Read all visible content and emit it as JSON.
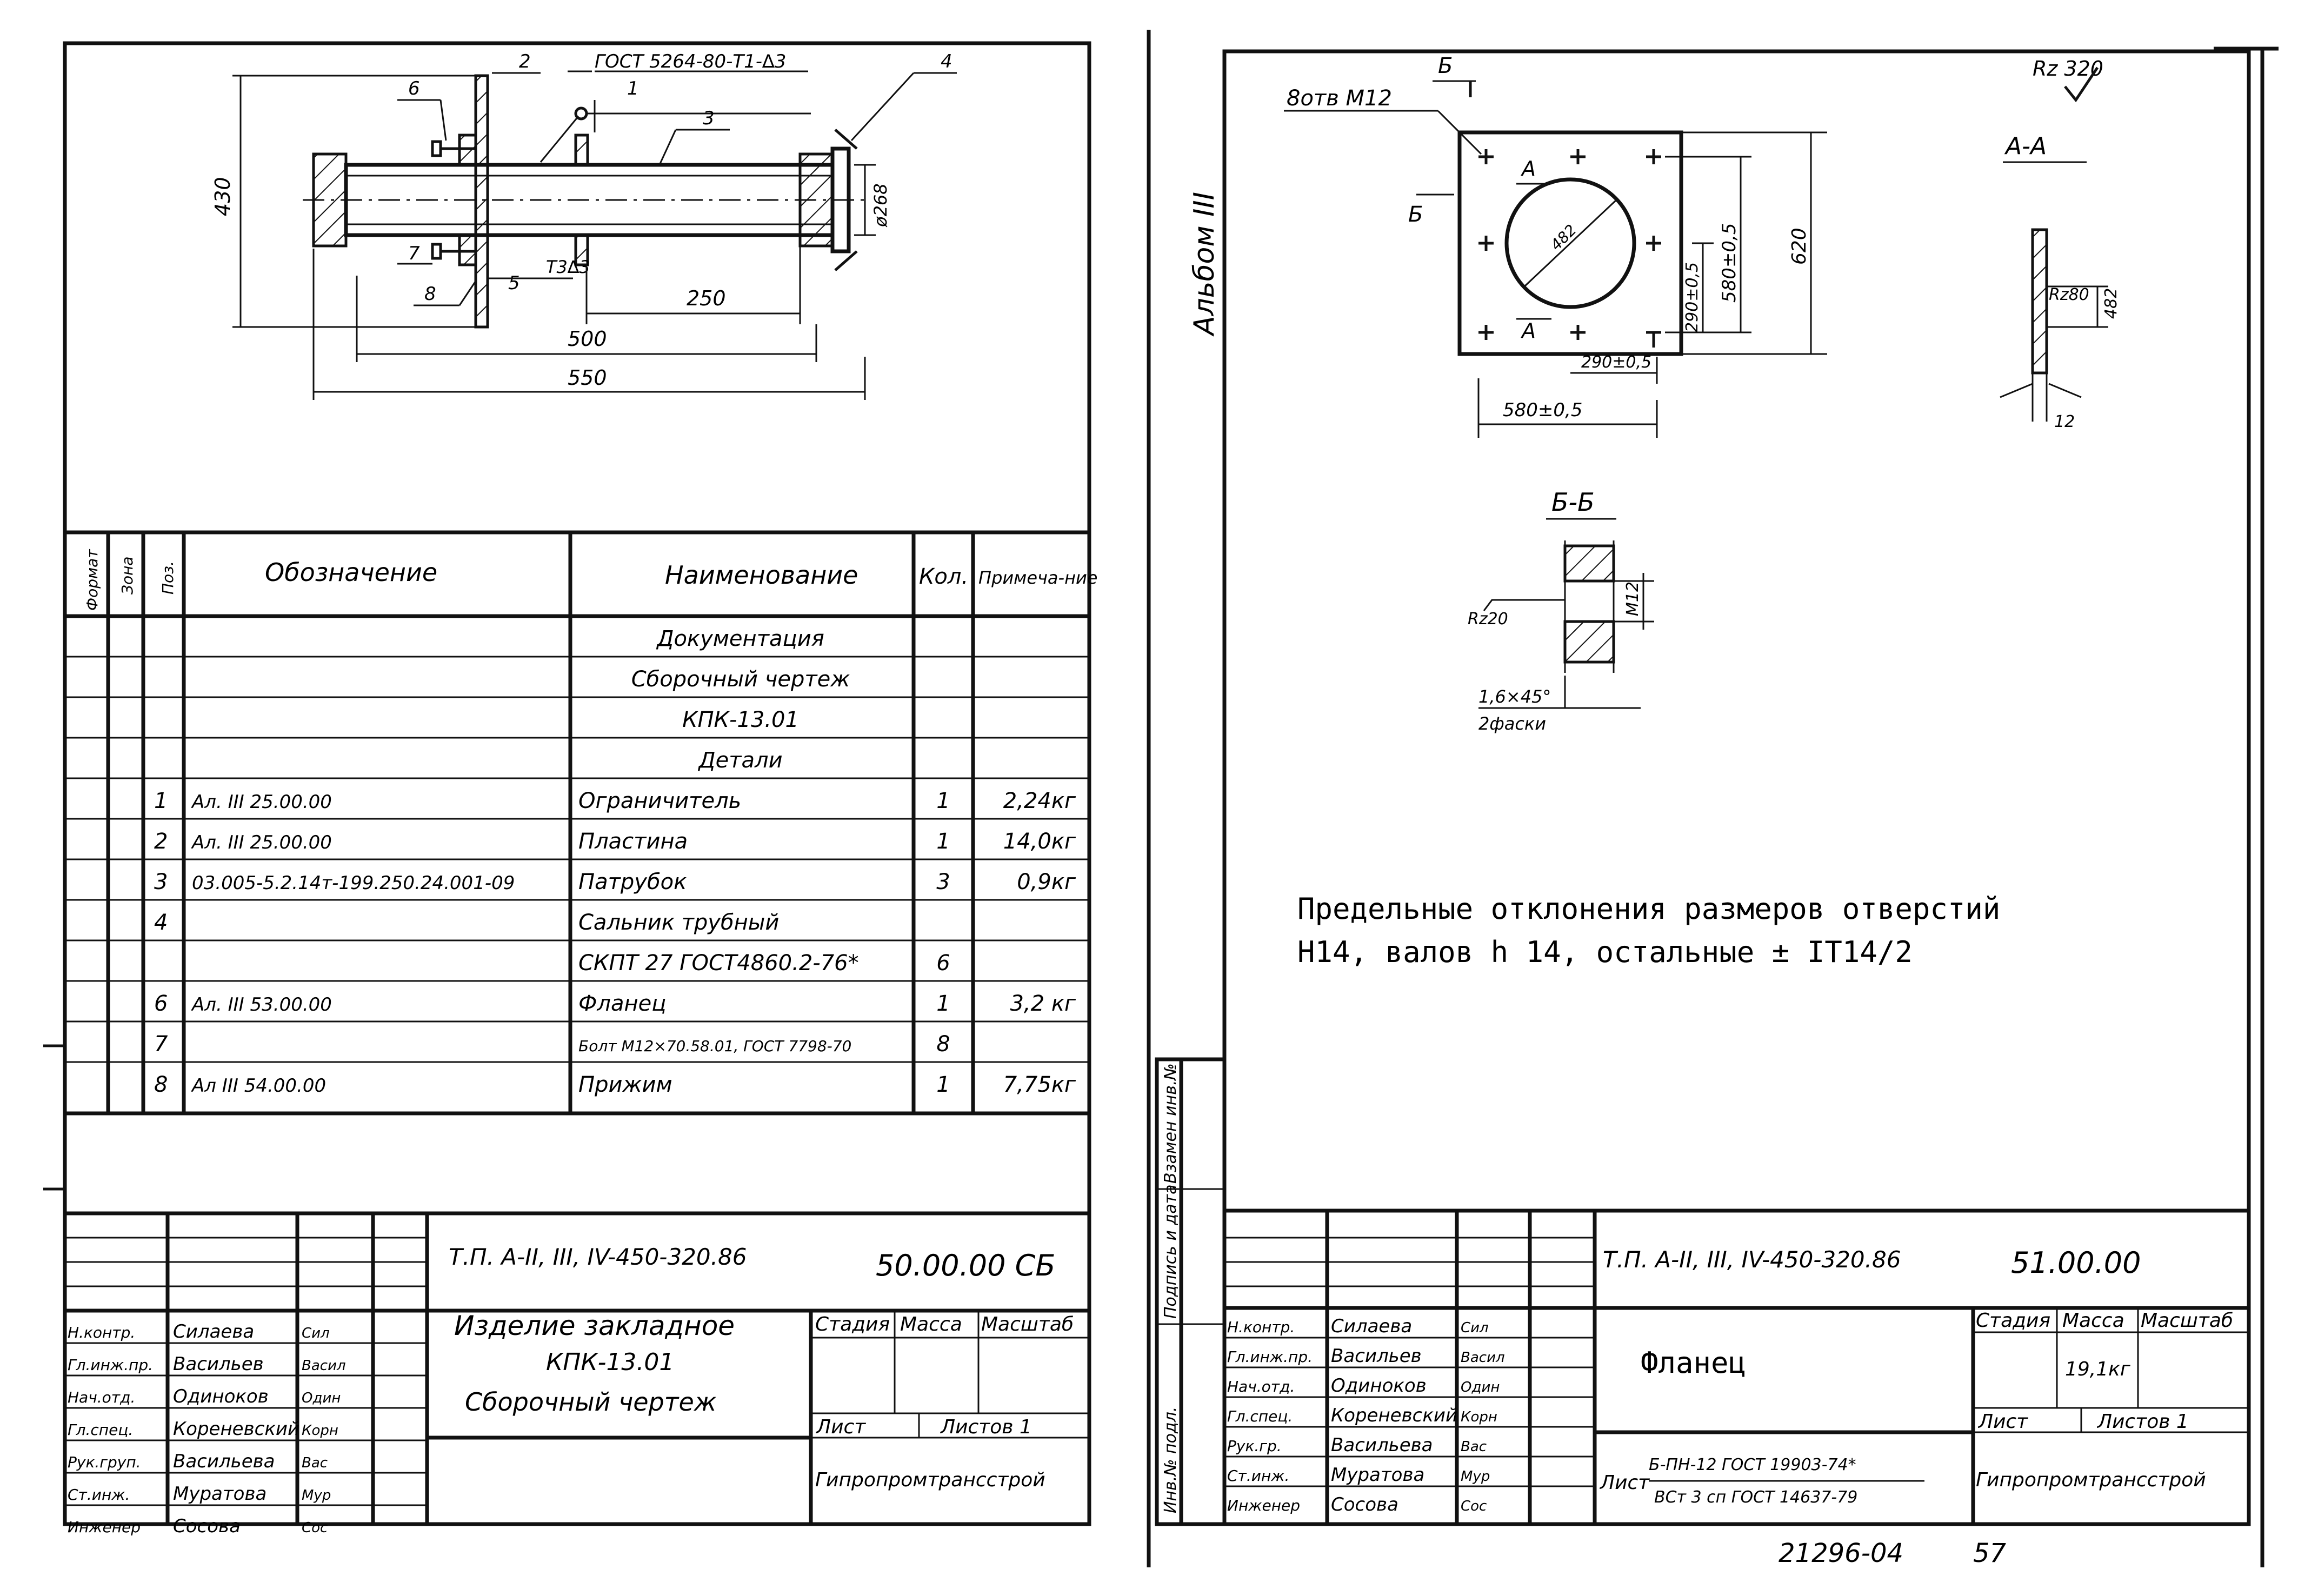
{
  "left_sheet": {
    "drawing": {
      "gost_label": "ГОСТ 5264-80-Т1-∆3",
      "weld_label": "Т3∆3",
      "callouts": [
        "1",
        "2",
        "3",
        "4",
        "5",
        "6",
        "7",
        "8"
      ],
      "dim_height": "430",
      "dim_diameter": "ø268",
      "dim_250": "250",
      "dim_500": "500",
      "dim_550": "550"
    },
    "spec_headers": {
      "format": "Формат",
      "zone": "Зона",
      "pos": "Поз.",
      "designation": "Обозначение",
      "name": "Наименование",
      "qty": "Кол.",
      "note": "Примеча-ние"
    },
    "spec_rows": [
      {
        "pos": "",
        "designation": "",
        "name": "Документация",
        "qty": "",
        "note": ""
      },
      {
        "pos": "",
        "designation": "",
        "name": "Сборочный чертеж",
        "qty": "",
        "note": ""
      },
      {
        "pos": "",
        "designation": "",
        "name": "КПК-13.01",
        "qty": "",
        "note": ""
      },
      {
        "pos": "",
        "designation": "",
        "name": "Детали",
        "qty": "",
        "note": ""
      },
      {
        "pos": "1",
        "designation": "Ал. III          25.00.00",
        "name": "Ограничитель",
        "qty": "1",
        "note": "2,24кг"
      },
      {
        "pos": "2",
        "designation": "Ал. III          25.00.00",
        "name": "Пластина",
        "qty": "1",
        "note": "14,0кг"
      },
      {
        "pos": "3",
        "designation": "03.005-5.2.14т-199.250.24.001-09",
        "name": "Патрубок",
        "qty": "3",
        "note": "0,9кг"
      },
      {
        "pos": "4",
        "designation": "",
        "name": "Сальник трубный",
        "qty": "",
        "note": ""
      },
      {
        "pos": "",
        "designation": "",
        "name": "СКПТ 27  ГОСТ4860.2-76*",
        "qty": "6",
        "note": ""
      },
      {
        "pos": "6",
        "designation": "Ал. III          53.00.00",
        "name": "Фланец",
        "qty": "1",
        "note": "3,2 кг"
      },
      {
        "pos": "7",
        "designation": "",
        "name": "Болт М12×70.58.01, ГОСТ 7798-70",
        "qty": "8",
        "note": ""
      },
      {
        "pos": "8",
        "designation": "Ал III          54.00.00",
        "name": "Прижим",
        "qty": "1",
        "note": "7,75кг"
      }
    ],
    "title_block": {
      "project": "Т.П. А-II, III, IV-450-320.86",
      "doc_number": "50.00.00 СБ",
      "item_title": "Изделие закладное",
      "item_code": "КПК-13.01",
      "item_kind": "Сборочный чертеж",
      "stage": "Стадия",
      "mass": "Масса",
      "scale": "Масштаб",
      "sheet": "Лист",
      "sheets": "Листов 1",
      "org": "Гипропромтрансстрой",
      "roles": [
        "Н.контр.",
        "Гл.инж.пр.",
        "Нач.отд.",
        "Гл.спец.",
        "Рук.груп.",
        "Ст.инж.",
        "Инженер"
      ],
      "people": [
        "Силаева",
        "Васильев",
        "Одиноков",
        "Кореневский",
        "Васильева",
        "Муратова",
        "Сосова"
      ],
      "signatures": [
        "Сил",
        "Васил",
        "Один",
        "Корн",
        "Вас",
        "Мур",
        "Сос"
      ]
    }
  },
  "right_sheet": {
    "album_label": "Альбом III",
    "side_labels": [
      "Взамен инв.№",
      "Подпись и дата",
      "Инв.№ подл."
    ],
    "top_views": {
      "holes_label": "8отв М12",
      "section_b_mark": "Б",
      "section_a_mark": "А",
      "roughness_top": "Rz 320",
      "dim_482": "482",
      "dim_290": "290±0,5",
      "dim_580": "580±0,5",
      "dim_620": "620",
      "section_aa": "А-А",
      "rz80": "Rz80",
      "dim_482_side": "482",
      "dim_12": "12",
      "section_bb": "Б-Б",
      "rz20": "Rz20",
      "m12": "М12",
      "chamfer": "1,6×45°",
      "chamfer_note": "2фаски"
    },
    "tolerance_note_line1": "Предельные   отклонения   размеров   отверстий",
    "tolerance_note_line2": "Н14,  валов  h 14,  остальные ± IT14/2",
    "title_block": {
      "project": "Т.П. А-II, III, IV-450-320.86",
      "doc_number": "51.00.00",
      "item_title": "Фланец",
      "stage": "Стадия",
      "mass": "Масса",
      "scale": "Масштаб",
      "mass_value": "19,1кг",
      "sheet": "Лист",
      "sheets": "Листов 1",
      "material_prefix": "Лист",
      "material_top": "Б-ПН-12 ГОСТ 19903-74*",
      "material_bottom": "ВСт 3 сп ГОСТ 14637-79",
      "org": "Гипропромтрансстрой",
      "roles": [
        "Н.контр.",
        "Гл.инж.пр.",
        "Нач.отд.",
        "Гл.спец.",
        "Рук.гр.",
        "Ст.инж.",
        "Инженер"
      ],
      "people": [
        "Силаева",
        "Васильев",
        "Одиноков",
        "Кореневский",
        "Васильева",
        "Муратова",
        "Сосова"
      ],
      "signatures": [
        "Сил",
        "Васил",
        "Один",
        "Корн",
        "Вас",
        "Мур",
        "Сос"
      ]
    },
    "footer_code": "21296-04",
    "footer_page": "57"
  }
}
